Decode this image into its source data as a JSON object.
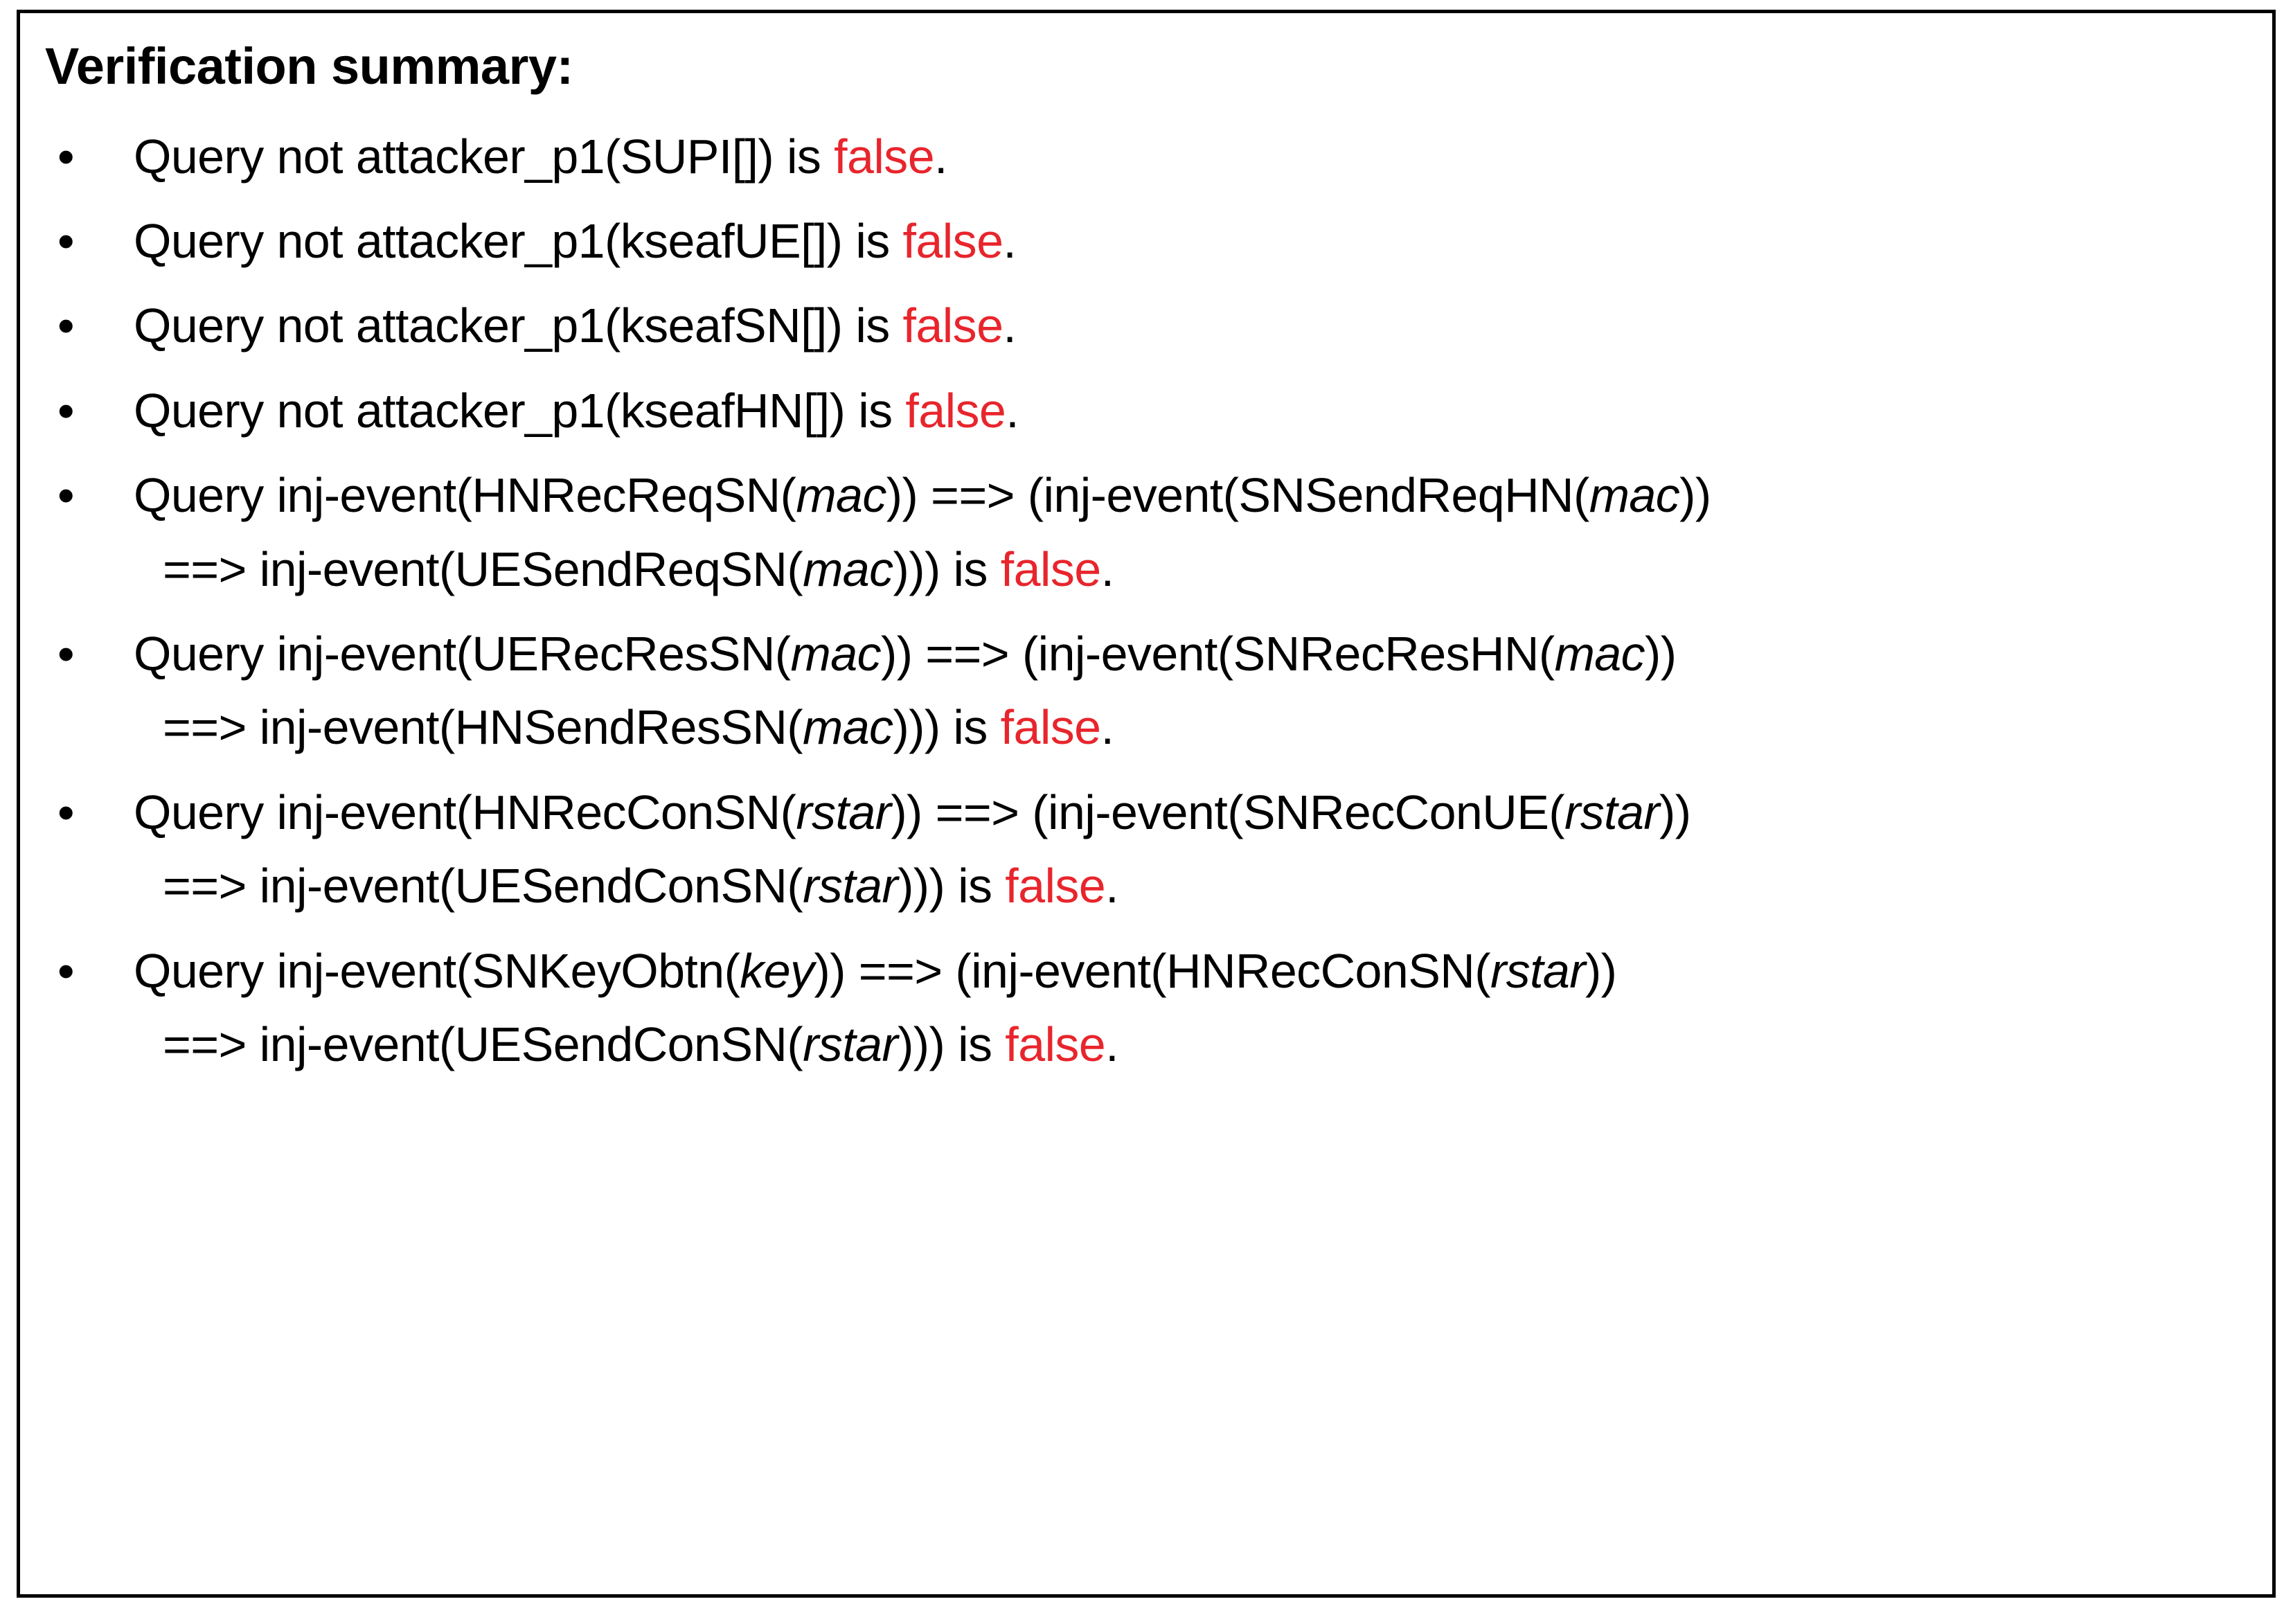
{
  "panel": {
    "heading": "Verification summary:",
    "bullet_marker": "•",
    "false_color": "#e8252c",
    "text_color": "#000000",
    "border_color": "#000000",
    "background_color": "#ffffff"
  },
  "items": [
    {
      "id": "query-attacker-supi",
      "lines": [
        [
          {
            "t": "Query not attacker_p1(SUPI[]) is ",
            "s": "plain"
          },
          {
            "t": "false",
            "s": "false"
          },
          {
            "t": ".",
            "s": "plain"
          }
        ]
      ]
    },
    {
      "id": "query-attacker-kseafue",
      "lines": [
        [
          {
            "t": "Query not attacker_p1(kseafUE[]) is ",
            "s": "plain"
          },
          {
            "t": "false",
            "s": "false"
          },
          {
            "t": ".",
            "s": "plain"
          }
        ]
      ]
    },
    {
      "id": "query-attacker-kseafsn",
      "lines": [
        [
          {
            "t": "Query not attacker_p1(kseafSN[]) is ",
            "s": "plain"
          },
          {
            "t": "false",
            "s": "false"
          },
          {
            "t": ".",
            "s": "plain"
          }
        ]
      ]
    },
    {
      "id": "query-attacker-kseafhn",
      "lines": [
        [
          {
            "t": "Query not attacker_p1(kseafHN[]) is ",
            "s": "plain"
          },
          {
            "t": "false",
            "s": "false"
          },
          {
            "t": ".",
            "s": "plain"
          }
        ]
      ]
    },
    {
      "id": "query-inj-hnrecreqsn",
      "lines": [
        [
          {
            "t": "Query inj-event(HNRecReqSN(",
            "s": "plain"
          },
          {
            "t": "mac",
            "s": "italic"
          },
          {
            "t": ")) ==> (inj-event(SNSendReqHN(",
            "s": "plain"
          },
          {
            "t": "mac",
            "s": "italic"
          },
          {
            "t": "))",
            "s": "plain"
          }
        ],
        [
          {
            "t": "==> inj-event(UESendReqSN(",
            "s": "plain"
          },
          {
            "t": "mac",
            "s": "italic"
          },
          {
            "t": "))) is ",
            "s": "plain"
          },
          {
            "t": "false",
            "s": "false"
          },
          {
            "t": ".",
            "s": "plain"
          }
        ]
      ]
    },
    {
      "id": "query-inj-uerecressn",
      "lines": [
        [
          {
            "t": "Query inj-event(UERecResSN(",
            "s": "plain"
          },
          {
            "t": "mac",
            "s": "italic"
          },
          {
            "t": ")) ==> (inj-event(SNRecResHN(",
            "s": "plain"
          },
          {
            "t": "mac",
            "s": "italic"
          },
          {
            "t": "))",
            "s": "plain"
          }
        ],
        [
          {
            "t": "==> inj-event(HNSendResSN(",
            "s": "plain"
          },
          {
            "t": "mac",
            "s": "italic"
          },
          {
            "t": "))) is ",
            "s": "plain"
          },
          {
            "t": "false",
            "s": "false"
          },
          {
            "t": ".",
            "s": "plain"
          }
        ]
      ]
    },
    {
      "id": "query-inj-hnrecconsn",
      "lines": [
        [
          {
            "t": "Query inj-event(HNRecConSN(",
            "s": "plain"
          },
          {
            "t": "rstar",
            "s": "italic"
          },
          {
            "t": ")) ==> (inj-event(SNRecConUE(",
            "s": "plain"
          },
          {
            "t": "rstar",
            "s": "italic"
          },
          {
            "t": "))",
            "s": "plain"
          }
        ],
        [
          {
            "t": "==> inj-event(UESendConSN(",
            "s": "plain"
          },
          {
            "t": "rstar",
            "s": "italic"
          },
          {
            "t": "))) is ",
            "s": "plain"
          },
          {
            "t": "false",
            "s": "false"
          },
          {
            "t": ".",
            "s": "plain"
          }
        ]
      ]
    },
    {
      "id": "query-inj-snkeyobtn",
      "lines": [
        [
          {
            "t": "Query inj-event(SNKeyObtn(",
            "s": "plain"
          },
          {
            "t": "key",
            "s": "italic"
          },
          {
            "t": ")) ==> (inj-event(HNRecConSN(",
            "s": "plain"
          },
          {
            "t": "rstar",
            "s": "italic"
          },
          {
            "t": "))",
            "s": "plain"
          }
        ],
        [
          {
            "t": "==> inj-event(UESendConSN(",
            "s": "plain"
          },
          {
            "t": "rstar",
            "s": "italic"
          },
          {
            "t": "))) is ",
            "s": "plain"
          },
          {
            "t": "false",
            "s": "false"
          },
          {
            "t": ".",
            "s": "plain"
          }
        ]
      ]
    }
  ]
}
